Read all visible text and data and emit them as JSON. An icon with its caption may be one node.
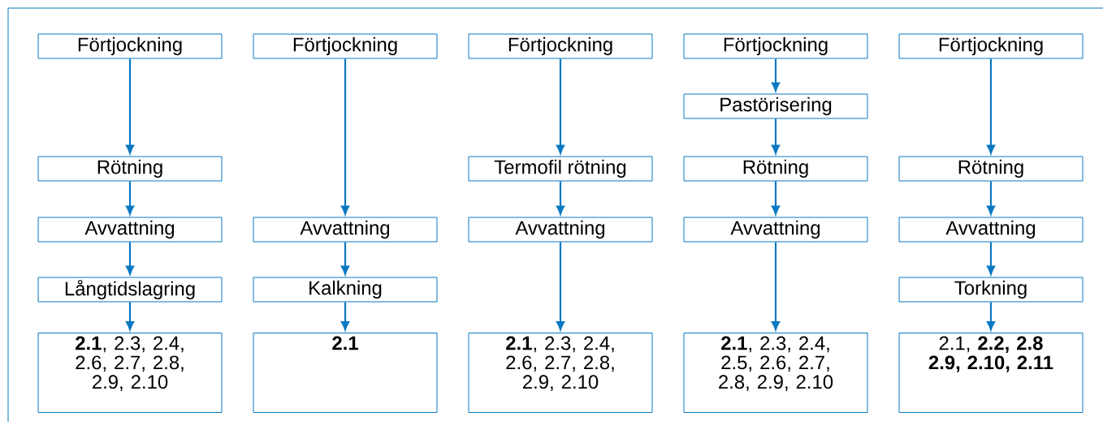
{
  "diagram": {
    "nodes": [
      {
        "text": [
          "Förtjockning"
        ]
      },
      {
        "text": [
          "Rötning"
        ]
      },
      {
        "text": [
          "Avvattning"
        ]
      },
      {
        "text": [
          "Långtidslagring"
        ]
      },
      {
        "text": [
          "**2.1**, 2.3, 2.4, 2.6, 2.7, 2.8, 2.9, 2.10"
        ]
      },
      {
        "text": [
          "Förtjockning"
        ]
      },
      {
        "text": [
          "Avvattning"
        ]
      },
      {
        "text": [
          "Kalkning"
        ]
      },
      {
        "text": [
          "**2.1**"
        ]
      },
      {
        "text": [
          "Förtjockning"
        ]
      },
      {
        "text": [
          "Termofil rötning"
        ]
      },
      {
        "text": [
          "Avvattning"
        ]
      },
      {
        "text": [
          "**2.1**, 2.3, 2.4, 2.6, 2.7, 2.8, 2.9, 2.10"
        ]
      },
      {
        "text": [
          "Förtjockning"
        ]
      },
      {
        "text": [
          "Pastörisering"
        ]
      },
      {
        "text": [
          "Rötning"
        ]
      },
      {
        "text": [
          "Avvattning"
        ]
      },
      {
        "text": [
          "**2.1**, 2.3, 2.4, 2.5, 2.6, 2.7, 2.8, 2.9, 2.10"
        ]
      },
      {
        "text": [
          "Förtjockning"
        ]
      },
      {
        "text": [
          "Rötning"
        ]
      },
      {
        "text": [
          "Avvattning"
        ]
      },
      {
        "text": [
          "Torkning"
        ]
      },
      {
        "text": [
          "2.1, **2.2, 2.8 2.9, 2.10, 2.11**"
        ]
      }
    ],
    "edges": [
      {
        "from": 0,
        "to": 1,
        "arrow": "to"
      },
      {
        "from": 1,
        "to": 2,
        "arrow": "to"
      },
      {
        "from": 2,
        "to": 3,
        "arrow": "to"
      },
      {
        "from": 3,
        "to": 4,
        "arrow": "to"
      },
      {
        "from": 5,
        "to": 6,
        "arrow": "to"
      },
      {
        "from": 6,
        "to": 7,
        "arrow": "to"
      },
      {
        "from": 7,
        "to": 8,
        "arrow": "to"
      },
      {
        "from": 9,
        "to": 10,
        "arrow": "to"
      },
      {
        "from": 10,
        "to": 11,
        "arrow": "to"
      },
      {
        "from": 11,
        "to": 12,
        "arrow": "to"
      },
      {
        "from": 13,
        "to": 14,
        "arrow": "to"
      },
      {
        "from": 14,
        "to": 15,
        "arrow": "to"
      },
      {
        "from": 15,
        "to": 16,
        "arrow": "to"
      },
      {
        "from": 16,
        "to": 17,
        "arrow": "to"
      },
      {
        "from": 18,
        "to": 19,
        "arrow": "to"
      },
      {
        "from": 19,
        "to": 20,
        "arrow": "to"
      },
      {
        "from": 20,
        "to": 21,
        "arrow": "to"
      },
      {
        "from": 21,
        "to": 22,
        "arrow": "to"
      }
    ]
  }
}
